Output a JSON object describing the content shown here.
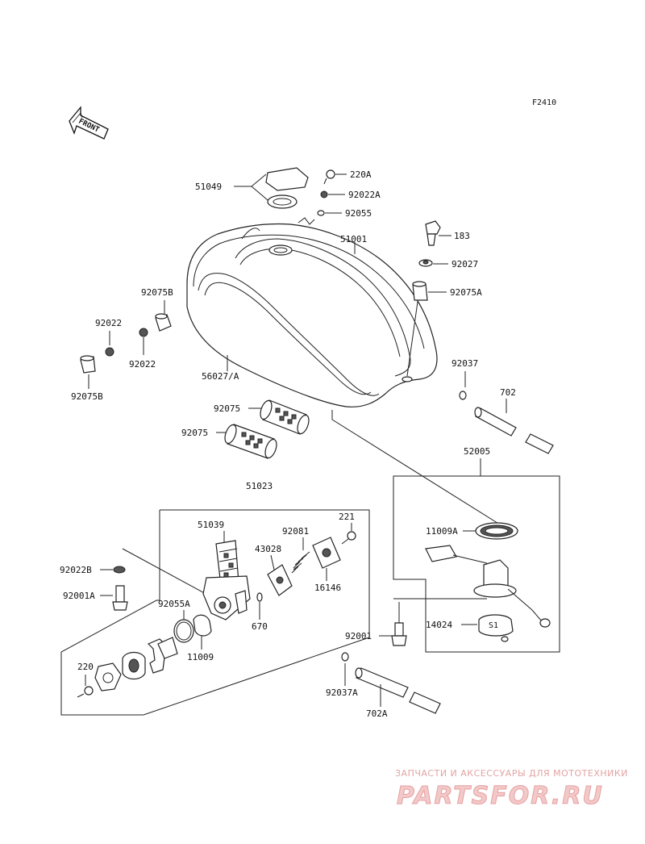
{
  "diagram_code": "F2410",
  "front_label": "FRONT",
  "watermark": {
    "top_text": "ЗАПЧАСТИ И АКСЕССУАРЫ ДЛЯ МОТОТЕХНИКИ",
    "brand_text": "PARTSFOR.RU"
  },
  "labels": {
    "p51049": "51049",
    "p220A": "220A",
    "p92022A": "92022A",
    "p92055": "92055",
    "p183": "183",
    "p51001": "51001",
    "p92027": "92027",
    "p92075A": "92075A",
    "p92075B_top": "92075B",
    "p92022_a": "92022",
    "p92022_b": "92022",
    "p56027A": "56027/A",
    "p92075B_bot": "92075B",
    "p92037": "92037",
    "p702": "702",
    "p92075_a": "92075",
    "p92075_b": "92075",
    "p51023": "51023",
    "p52005": "52005",
    "p221": "221",
    "p51039": "51039",
    "p92081": "92081",
    "p43028": "43028",
    "p92022B": "92022B",
    "p16146": "16146",
    "p11009A": "11009A",
    "p92001A": "92001A",
    "p92055A": "92055A",
    "p670": "670",
    "p11009": "11009",
    "p14024": "14024",
    "p92001": "92001",
    "p220": "220",
    "p92037A": "92037A",
    "p702A": "702A"
  }
}
